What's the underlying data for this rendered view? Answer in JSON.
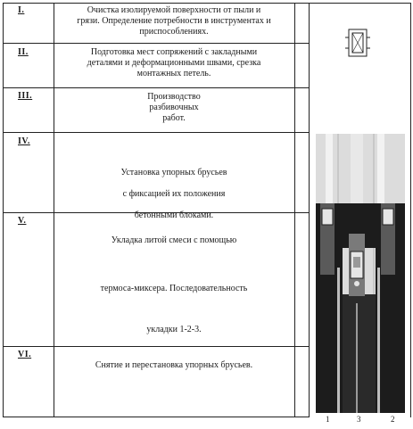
{
  "rows": [
    {
      "num": "I.",
      "lines": [
        "Очистка изолируемой поверхности от пыли и",
        "грязи. Определение потребности в инструментах и",
        "приспособлениях."
      ]
    },
    {
      "num": "II.",
      "lines": [
        "Подготовка мест сопряжений с закладными",
        "деталями и деформационными швами, срезка",
        "монтажных петель."
      ]
    },
    {
      "num": "III.",
      "lines": [
        "Производство",
        "разбивочных",
        "работ."
      ]
    },
    {
      "num": "IV.",
      "lines": [
        "Установка упорных брусьев",
        "с фиксацией их положения",
        "бетонными блоками."
      ]
    },
    {
      "num": "V.",
      "lines": [
        "Укладка литой смеси с помощью",
        "термоса-миксера. Последовательность",
        "укладки 1-2-3."
      ]
    },
    {
      "num": "VI.",
      "lines": [
        "Снятие и перестановка упорных брусьев."
      ]
    }
  ],
  "figure": {
    "axis_labels": [
      "1",
      "3",
      "2"
    ]
  }
}
